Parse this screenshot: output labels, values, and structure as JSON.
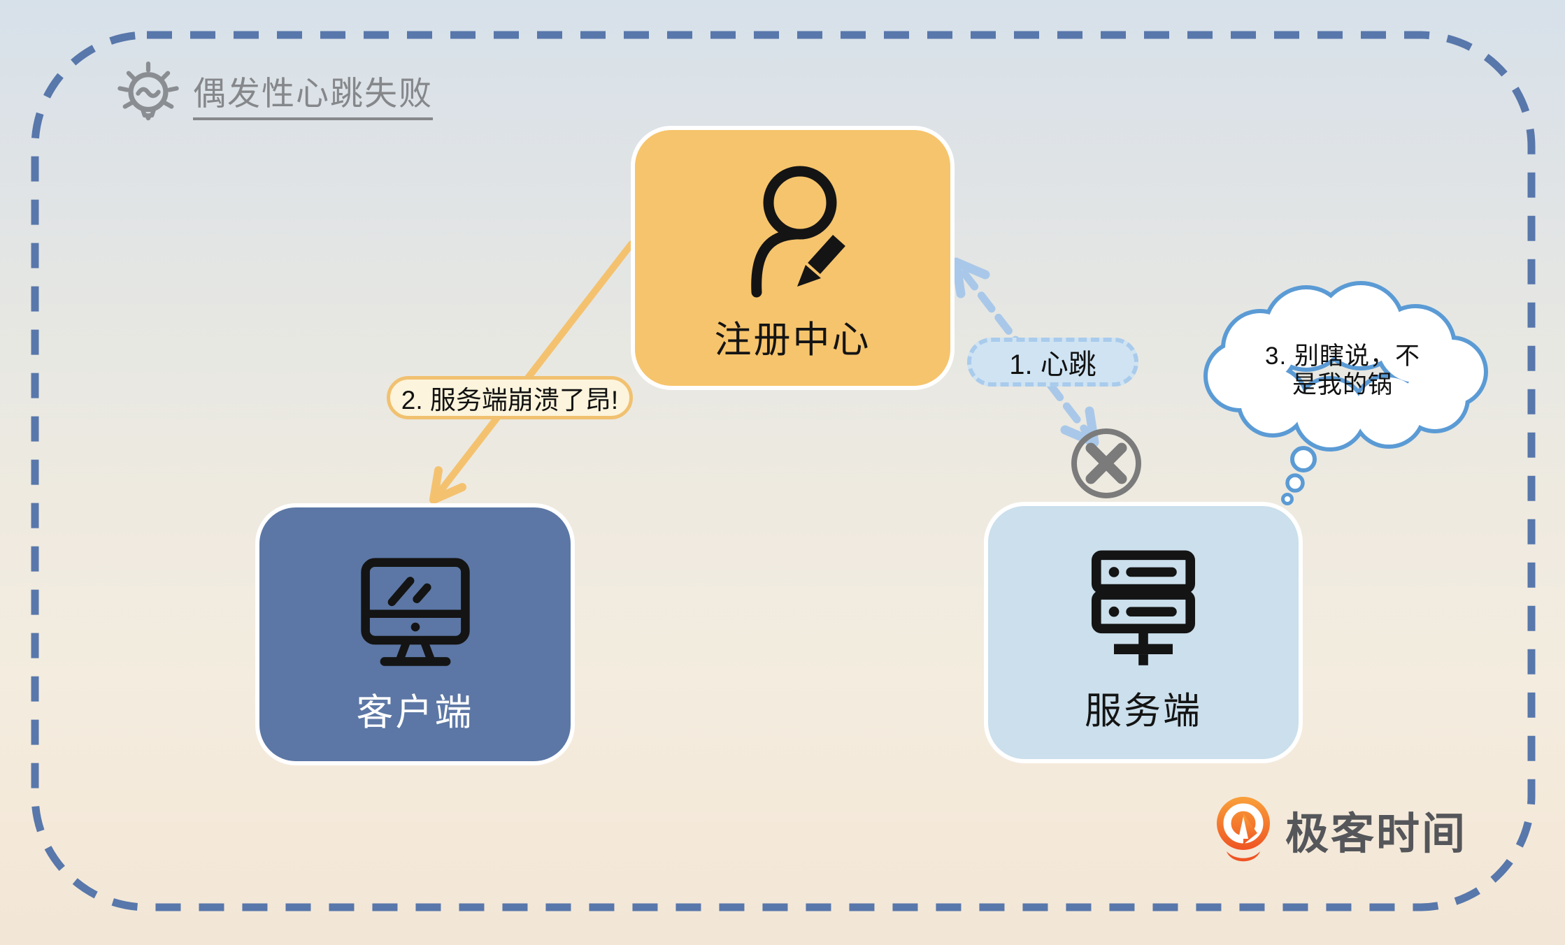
{
  "title": {
    "text": "偶发性心跳失败",
    "icon": "lightbulb-icon"
  },
  "nodes": {
    "registry": {
      "label": "注册中心",
      "icon": "user-edit-icon",
      "fill": "#f6c46c"
    },
    "client": {
      "label": "客户端",
      "icon": "monitor-icon",
      "fill": "#5c77a5"
    },
    "server": {
      "label": "服务端",
      "icon": "server-rack-icon",
      "fill": "#cbdfec"
    }
  },
  "labels": {
    "heartbeat": "1. 心跳",
    "crash": "2. 服务端崩溃了昂!",
    "blame_line1": "3. 别瞎说，不",
    "blame_line2": "是我的锅"
  },
  "connectors": {
    "heartbeat_arrow": {
      "style": "dashed",
      "color": "#a9c8e9",
      "from": "registry",
      "to": "server",
      "both_ends": true
    },
    "crash_arrow": {
      "style": "solid",
      "color": "#f4c26f",
      "from": "registry",
      "to": "client"
    },
    "failure_mark": {
      "icon": "x-circle-icon",
      "color": "#7b7b7b"
    }
  },
  "logo": {
    "text": "极客时间",
    "icon": "geektime-icon",
    "accent": "#f26522"
  },
  "colors": {
    "border": "#5877ab",
    "background_top": "#d7e1ea",
    "background_bottom": "#f2e6d6",
    "cloud_stroke": "#5b9bd5",
    "title_gray": "#85878a"
  }
}
